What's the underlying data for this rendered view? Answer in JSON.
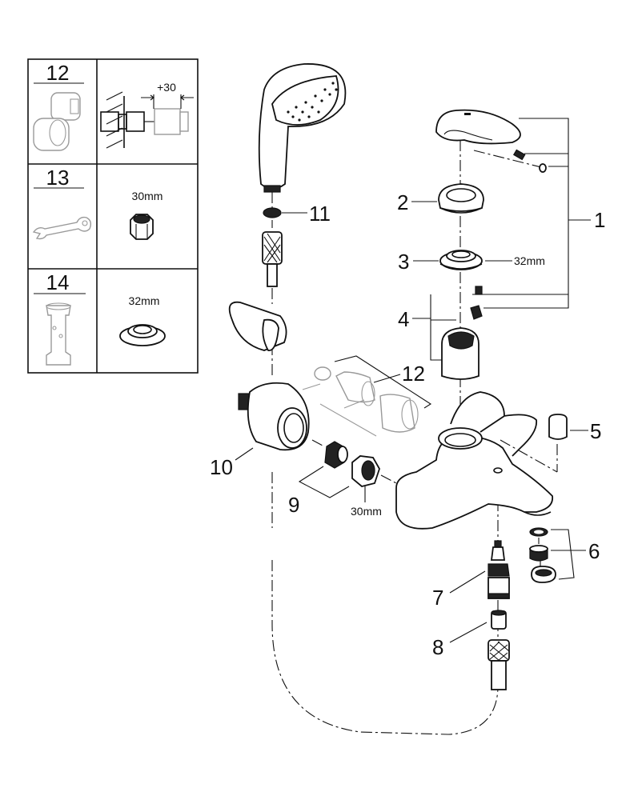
{
  "legend_table": {
    "rows": [
      {
        "number": "12",
        "detail_label": "+30"
      },
      {
        "number": "13",
        "detail_label": "30mm"
      },
      {
        "number": "14",
        "detail_label": "32mm"
      }
    ]
  },
  "callouts": {
    "c1": "1",
    "c2": "2",
    "c3": "3",
    "c3_size": "32mm",
    "c4": "4",
    "c5": "5",
    "c6": "6",
    "c7": "7",
    "c8": "8",
    "c9": "9",
    "c9_size": "30mm",
    "c10": "10",
    "c11": "11",
    "c12": "12"
  },
  "parts": [
    {
      "id": "1",
      "name": "lever handle assembly"
    },
    {
      "id": "2",
      "name": "escutcheon cover"
    },
    {
      "id": "3",
      "name": "cartridge nut"
    },
    {
      "id": "4",
      "name": "cartridge and screws"
    },
    {
      "id": "5",
      "name": "cap"
    },
    {
      "id": "6",
      "name": "aerator set"
    },
    {
      "id": "7",
      "name": "diverter"
    },
    {
      "id": "8",
      "name": "check valve"
    },
    {
      "id": "9",
      "name": "eccentric and nut"
    },
    {
      "id": "10",
      "name": "wall union"
    },
    {
      "id": "11",
      "name": "hose washer"
    },
    {
      "id": "12",
      "name": "extension set"
    },
    {
      "id": "13",
      "name": "wrench"
    },
    {
      "id": "14",
      "name": "cartridge tool"
    }
  ]
}
